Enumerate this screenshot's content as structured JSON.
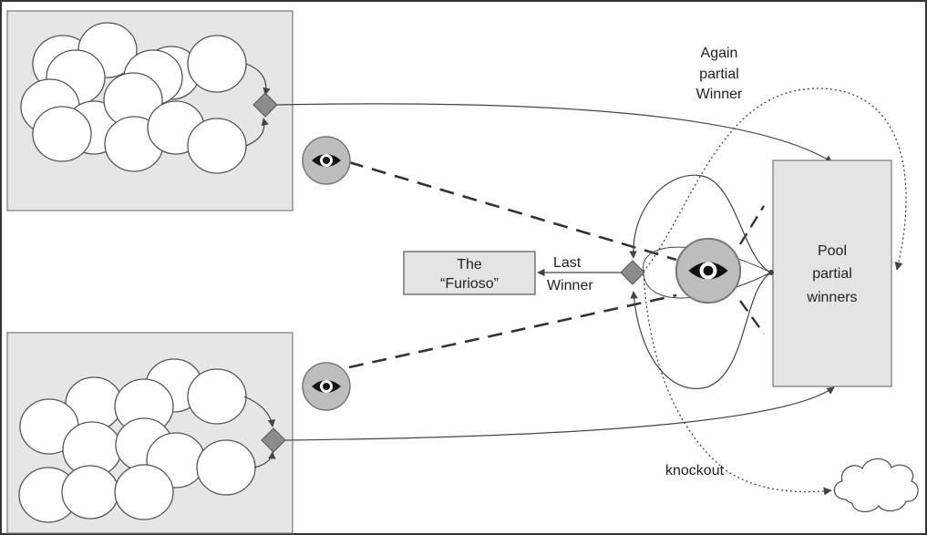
{
  "labels": {
    "again_line1": "Again",
    "again_line2": "partial",
    "again_line3": "Winner",
    "last_line1": "Last",
    "last_line2": "Winner",
    "furioso_line1": "The",
    "furioso_line2": "“Furioso”",
    "pool_line1": "Pool",
    "pool_line2": "partial",
    "pool_line3": "winners",
    "knockout": "knockout"
  },
  "colors": {
    "panel_fill": "#e6e6e6",
    "pool_fill": "#e4e4e4",
    "diamond_fill": "#8c8c8c",
    "eye_outer": "#bdbdbd",
    "stroke": "#555555"
  },
  "icons": {
    "eye": "eye-icon",
    "decision": "diamond-icon",
    "cloud": "cloud-icon"
  }
}
